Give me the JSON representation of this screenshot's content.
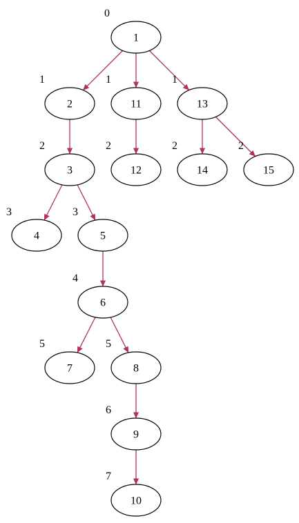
{
  "colors": {
    "edge": "#b03060",
    "node_stroke": "#000000",
    "background": "#ffffff"
  },
  "nodes": [
    {
      "id": "1",
      "label": "1",
      "depth": "0"
    },
    {
      "id": "2",
      "label": "2",
      "depth": "1"
    },
    {
      "id": "11",
      "label": "11",
      "depth": "1"
    },
    {
      "id": "13",
      "label": "13",
      "depth": "1"
    },
    {
      "id": "3",
      "label": "3",
      "depth": "2"
    },
    {
      "id": "12",
      "label": "12",
      "depth": "2"
    },
    {
      "id": "14",
      "label": "14",
      "depth": "2"
    },
    {
      "id": "15",
      "label": "15",
      "depth": "2"
    },
    {
      "id": "4",
      "label": "4",
      "depth": "3"
    },
    {
      "id": "5",
      "label": "5",
      "depth": "3"
    },
    {
      "id": "6",
      "label": "6",
      "depth": "4"
    },
    {
      "id": "7",
      "label": "7",
      "depth": "5"
    },
    {
      "id": "8",
      "label": "8",
      "depth": "5"
    },
    {
      "id": "9",
      "label": "9",
      "depth": "6"
    },
    {
      "id": "10",
      "label": "10",
      "depth": "7"
    }
  ],
  "edges": [
    {
      "from": "1",
      "to": "2"
    },
    {
      "from": "1",
      "to": "11"
    },
    {
      "from": "1",
      "to": "13"
    },
    {
      "from": "2",
      "to": "3"
    },
    {
      "from": "11",
      "to": "12"
    },
    {
      "from": "13",
      "to": "14"
    },
    {
      "from": "13",
      "to": "15"
    },
    {
      "from": "3",
      "to": "4"
    },
    {
      "from": "3",
      "to": "5"
    },
    {
      "from": "5",
      "to": "6"
    },
    {
      "from": "6",
      "to": "7"
    },
    {
      "from": "6",
      "to": "8"
    },
    {
      "from": "8",
      "to": "9"
    },
    {
      "from": "9",
      "to": "10"
    }
  ]
}
